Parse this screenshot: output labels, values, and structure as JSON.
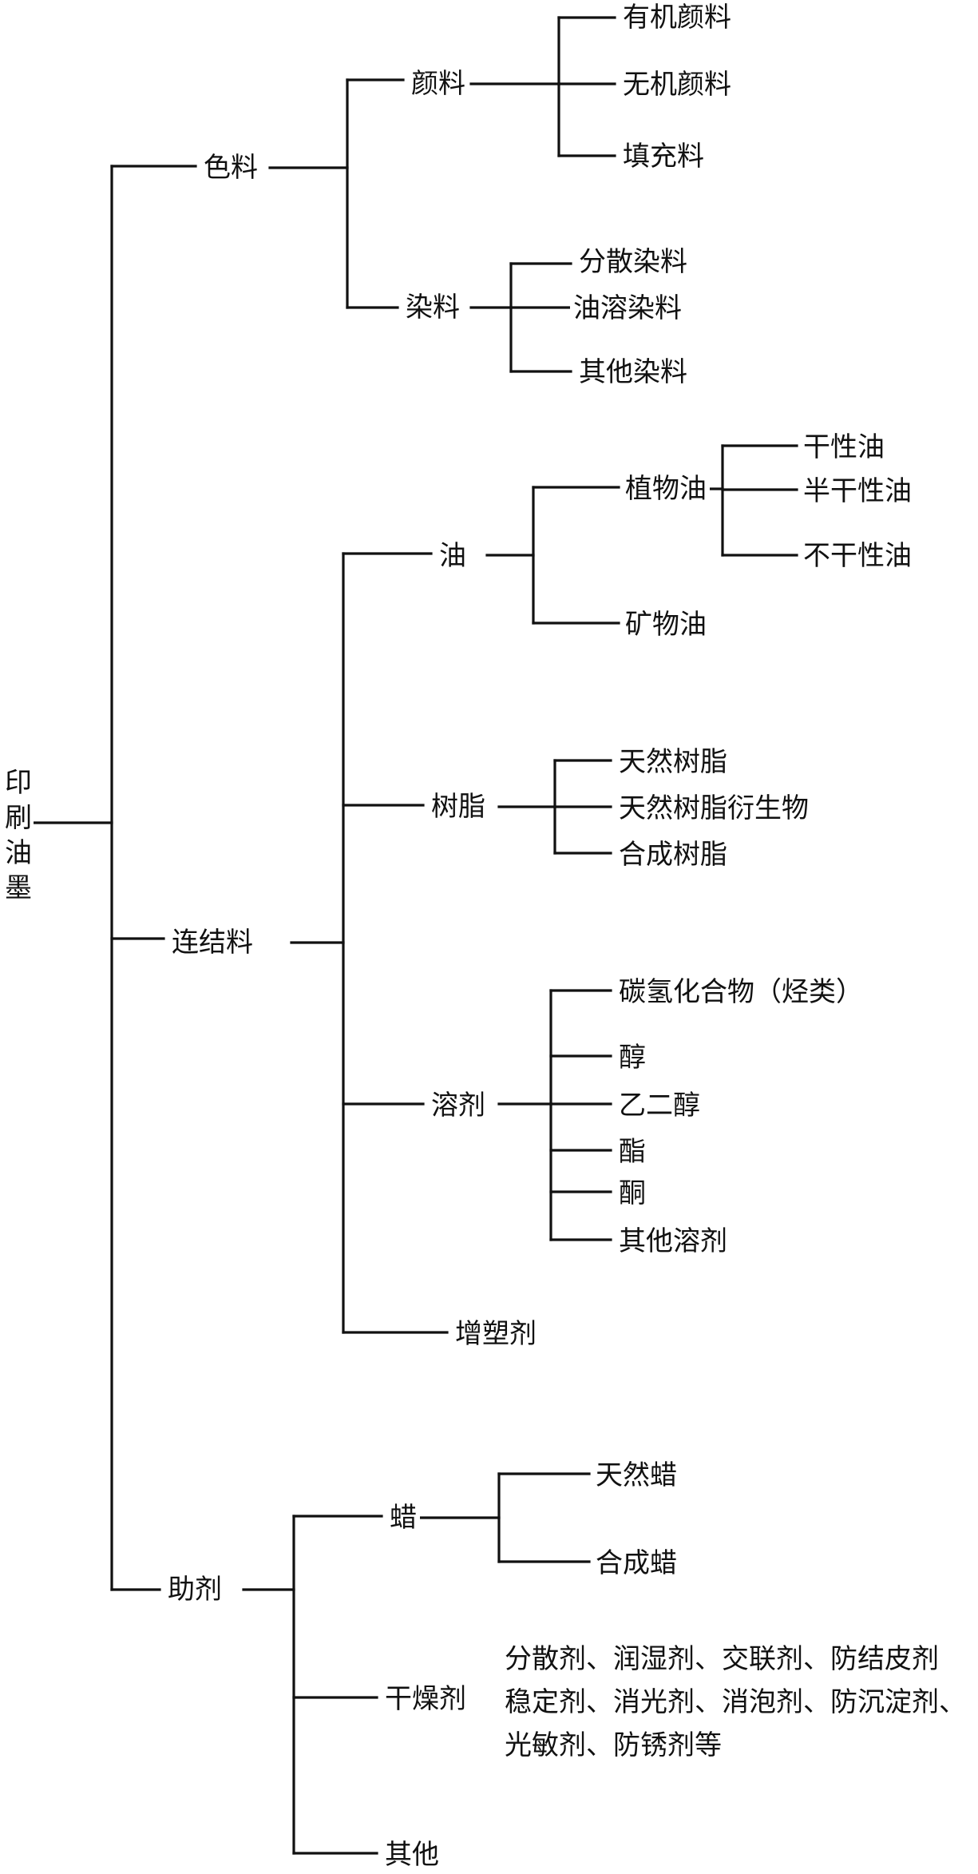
{
  "root": "印刷油墨",
  "level1": {
    "colorant": "色料",
    "vehicle": "连结料",
    "additive": "助剂"
  },
  "colorant": {
    "pigment": "颜料",
    "dye": "染料",
    "pigments": [
      "有机颜料",
      "无机颜料",
      "填充料"
    ],
    "dyes": [
      "分散染料",
      "油溶染料",
      "其他染料"
    ]
  },
  "vehicle": {
    "oil": "油",
    "resin": "树脂",
    "solvent": "溶剂",
    "plasticizer": "增塑剂",
    "oils": [
      "植物油",
      "矿物油"
    ],
    "vegetable_oils": [
      "干性油",
      "半干性油",
      "不干性油"
    ],
    "resins": [
      "天然树脂",
      "天然树脂衍生物",
      "合成树脂"
    ],
    "solvents": [
      "碳氢化合物（烃类）",
      "醇",
      "乙二醇",
      "酯",
      "酮",
      "其他溶剂"
    ]
  },
  "additive": {
    "wax": "蜡",
    "drier": "干燥剂",
    "other": "其他",
    "waxes": [
      "天然蜡",
      "合成蜡"
    ],
    "other_agents": [
      "分散剂、润湿剂、交联剂、防结皮剂",
      "稳定剂、消光剂、消泡剂、防沉淀剂、",
      "光敏剂、防锈剂等"
    ]
  }
}
